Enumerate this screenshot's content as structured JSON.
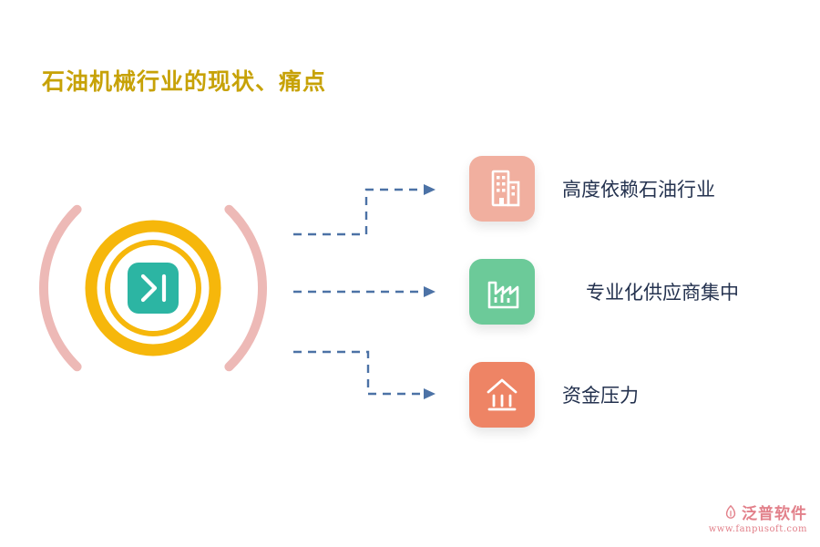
{
  "title": "石油机械行业的现状、痛点",
  "center_graphic": {
    "icon": "step-forward-icon"
  },
  "items": [
    {
      "label": "高度依赖石油行业",
      "icon": "building-icon",
      "color": "#F1AF9F"
    },
    {
      "label": "专业化供应商集中",
      "icon": "factory-icon",
      "color": "#6CCA99"
    },
    {
      "label": "资金压力",
      "icon": "bank-icon",
      "color": "#EE8465"
    }
  ],
  "footer": {
    "brand": "泛普软件",
    "website": "www.fanpusoft.com"
  },
  "colors": {
    "title": "#C7A207",
    "label": "#24324F",
    "arrow": "#4C72A6",
    "ring": "#F6B70B",
    "center": "#2CB5A3",
    "paren": "#EDB9B6",
    "logo": "#E2808A"
  }
}
